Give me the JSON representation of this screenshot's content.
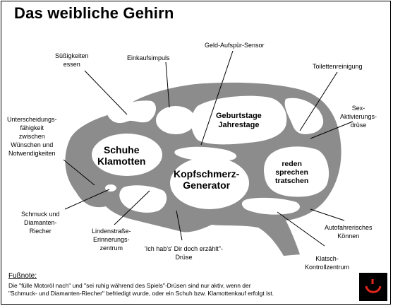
{
  "title": "Das weibliche Gehirn",
  "labels": {
    "suessigkeiten": [
      "Süßigkeiten",
      "essen"
    ],
    "einkauf": [
      "Einkaufsimpuls"
    ],
    "geld": [
      "Geld-Aufspür-Sensor"
    ],
    "toilette": [
      "Toilettenreinigung"
    ],
    "sex": [
      "Sex-",
      "Aktivierungs-",
      "drüse"
    ],
    "unterscheidung": [
      "Unterscheidungs-",
      "fähigkeit",
      "zwischen",
      "Wünschen und",
      "Notwendigkeiten"
    ],
    "schmuck": [
      "Schmuck und",
      "Diamanten-",
      "Riecher"
    ],
    "lindenstrasse": [
      "Lindenstraße-",
      "Erinnerungs-",
      "zentrum"
    ],
    "ichhabs": [
      "'Ich hab's' Dir doch erzählt\"-",
      "Drüse"
    ],
    "autofahr": [
      "Autofahrerisches",
      "Können"
    ],
    "klatsch": [
      "Klatsch-",
      "Kontrollzentrum"
    ]
  },
  "regions": {
    "schuhe": [
      "Schuhe",
      "Klamotten"
    ],
    "kopfschmerz": [
      "Kopfschmerz-",
      "Generator"
    ],
    "geburtstage": [
      "Geburtstage",
      "Jahrestage"
    ],
    "reden": [
      "reden",
      "sprechen",
      "tratschen"
    ]
  },
  "footnote": {
    "heading": "Fußnote:",
    "lines": [
      "Die \"fülle Motoröl nach\" und \"sei ruhig während des Spiels\"-Drüsen sind nur aktiv, wenn der",
      "\"Schmuck- und Diamanten-Riecher\" befriedigt wurde, oder ein Schuh bzw. Klamottenkauf erfolgt ist."
    ]
  },
  "colors": {
    "brain": "#8c8c8c",
    "logo_bg": "#000000",
    "logo_fg": "#e0261b"
  },
  "icons": {
    "logo": "smiley-logo-icon"
  }
}
